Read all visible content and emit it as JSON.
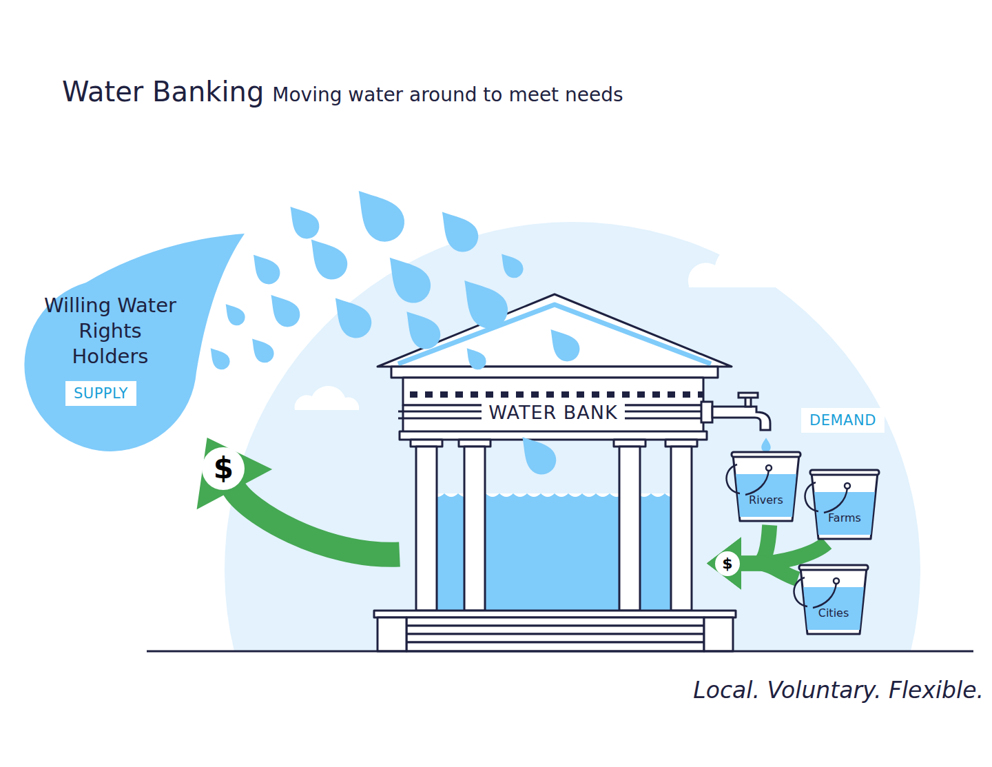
{
  "diagram": {
    "title": "Water Banking",
    "caption": "Local. Voluntary. Flexible.",
    "nodes": [
      {
        "text": [
          "Willing Water Rights Holders"
        ]
      },
      {
        "text": [
          "SUPPLY"
        ],
        "in": 0
      },
      {
        "text": [
          "WATER BANK"
        ]
      },
      {
        "text": [
          "DEMAND"
        ]
      },
      {
        "text": [
          "Rivers"
        ]
      },
      {
        "text": [
          "Farms"
        ]
      },
      {
        "text": [
          "Cities"
        ]
      }
    ],
    "edges": [
      {
        "from": 2,
        "to": 0,
        "arrow": "to",
        "label": "$"
      },
      {
        "from": 4,
        "to": 2,
        "arrow": "to",
        "label": "$"
      },
      {
        "from": 5,
        "to": 2,
        "arrow": "to"
      },
      {
        "from": 6,
        "to": 2,
        "arrow": "to"
      }
    ],
    "labels": [
      "Moving water around to meet needs"
    ]
  }
}
